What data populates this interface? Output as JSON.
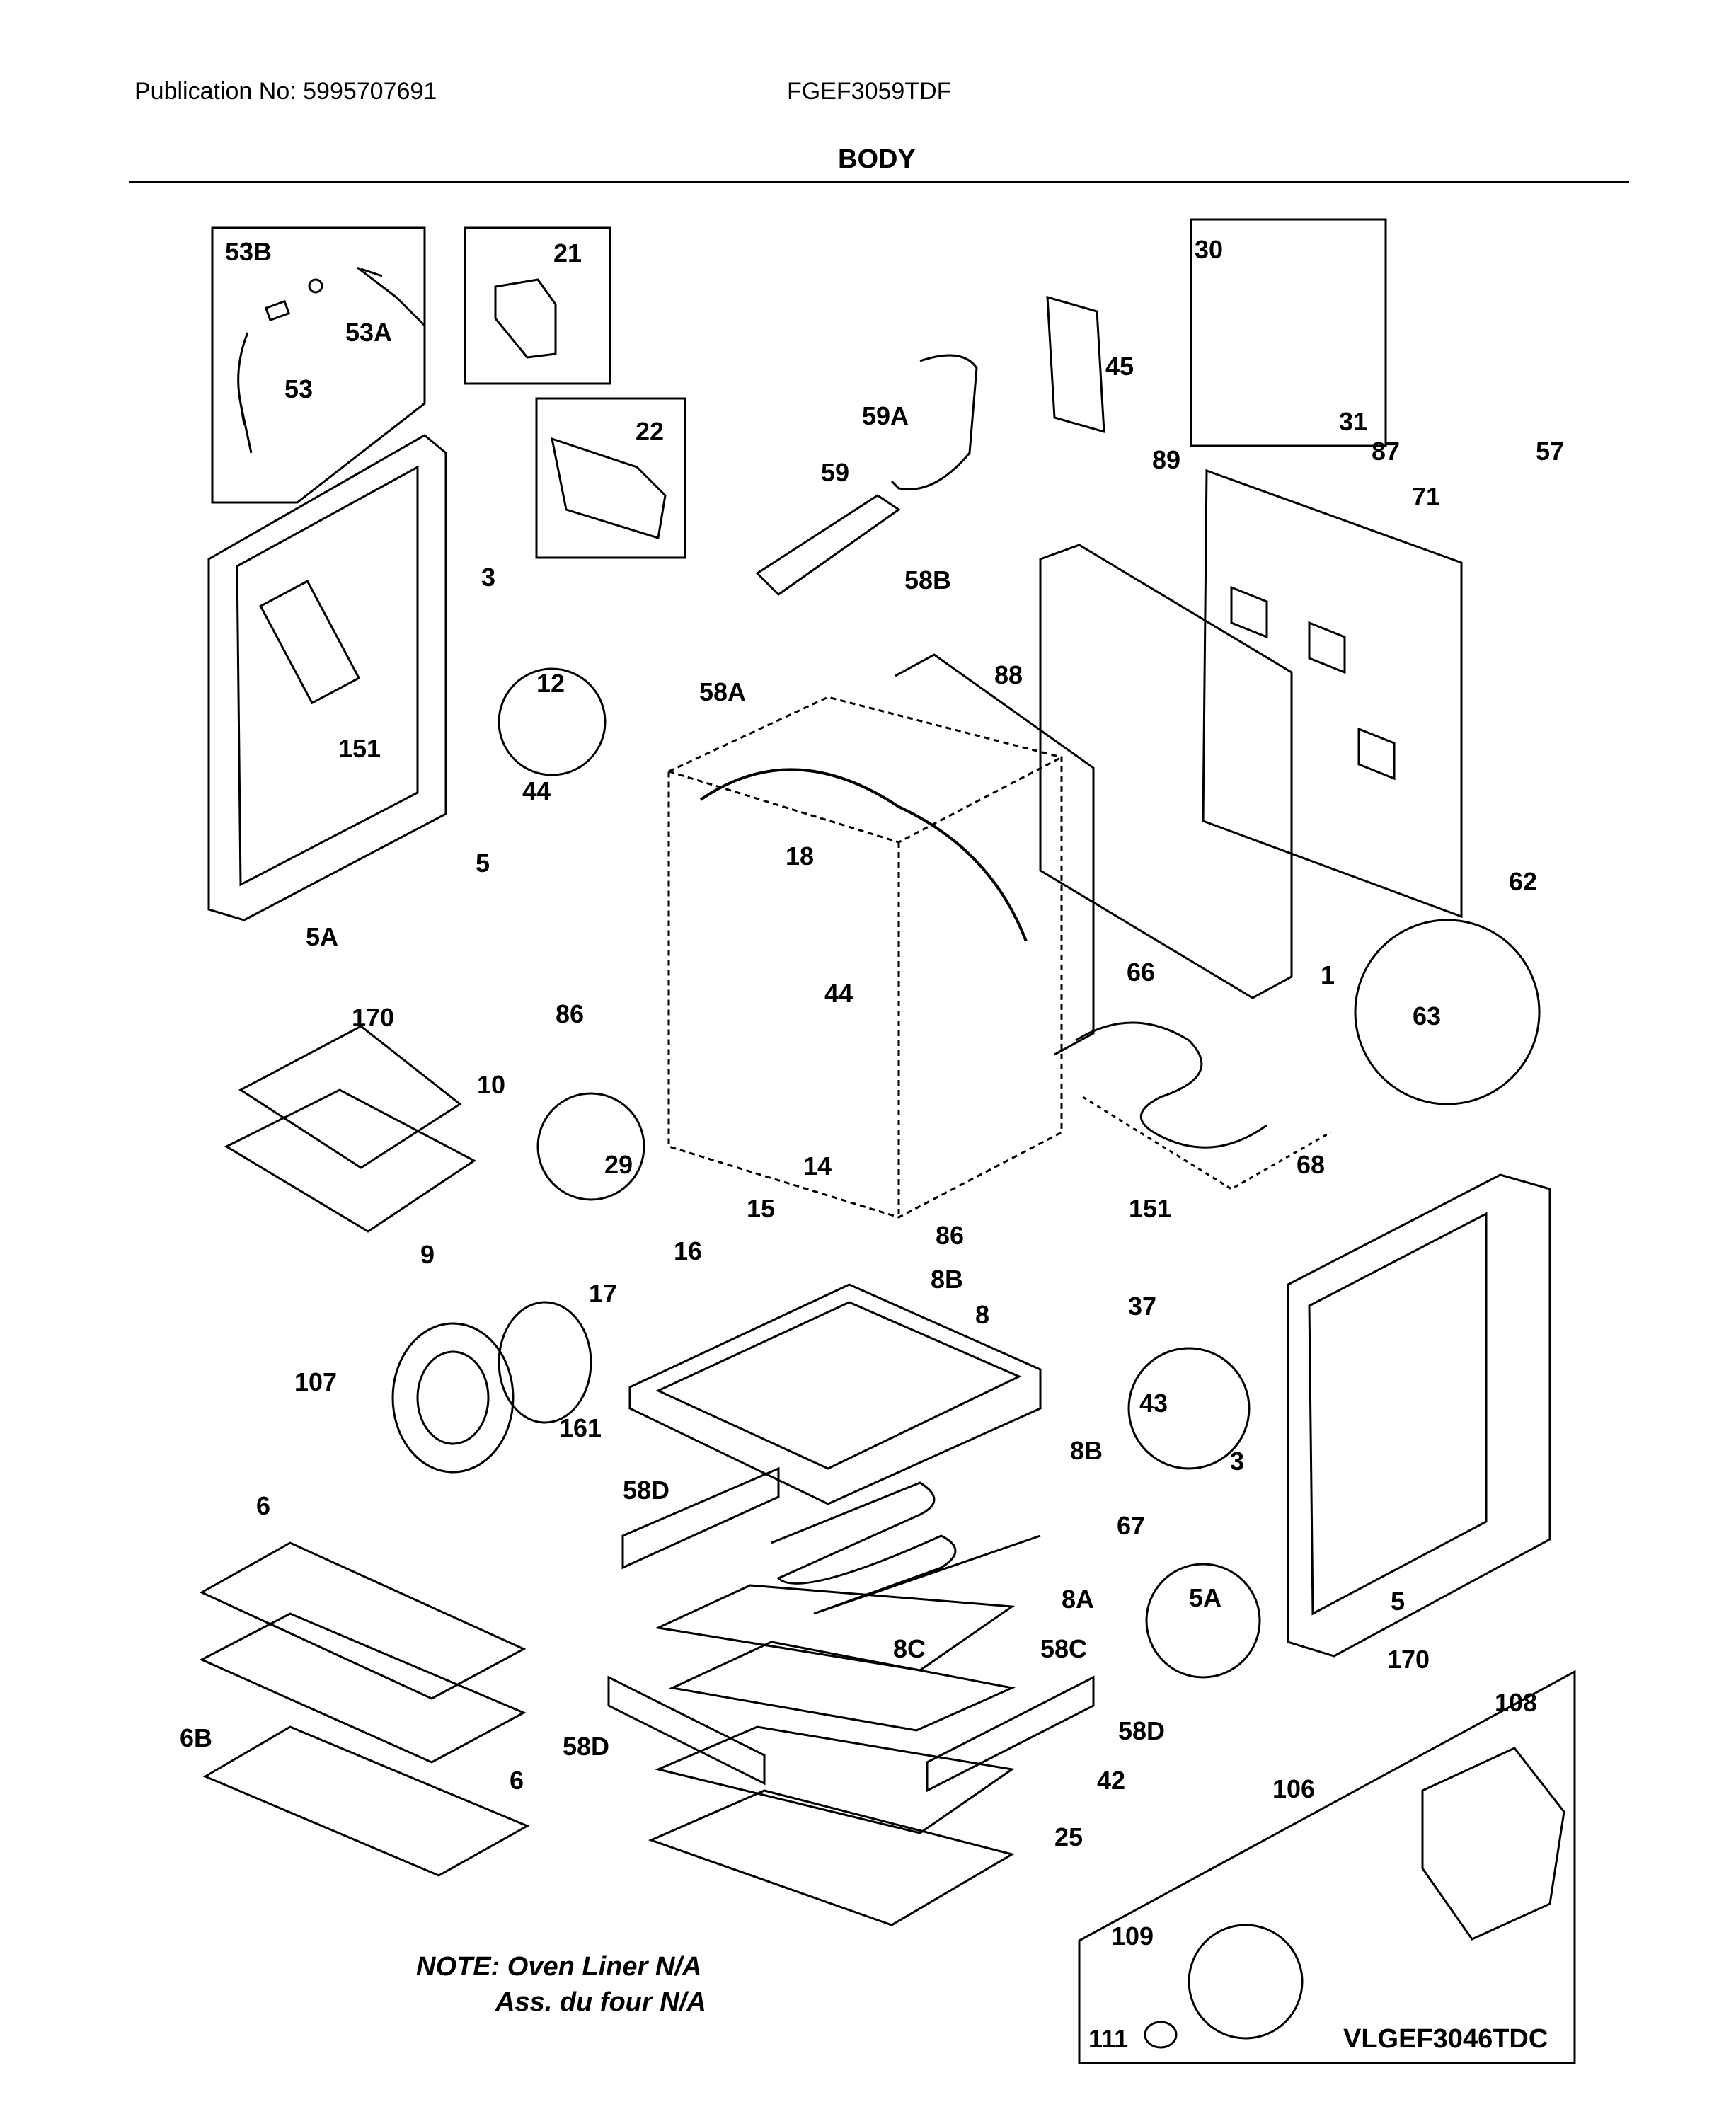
{
  "header": {
    "publication": "Publication No: 5995707691",
    "model": "FGEF3059TDF",
    "section_title": "BODY"
  },
  "note": {
    "line1": "NOTE: Oven Liner N/A",
    "line2": "Ass. du four N/A"
  },
  "inset_code": "VLGEF3046TDC",
  "part_labels": [
    "53B",
    "53A",
    "53",
    "21",
    "22",
    "3",
    "151",
    "5",
    "5A",
    "170",
    "12",
    "44",
    "58A",
    "18",
    "58B",
    "88",
    "59",
    "59A",
    "45",
    "30",
    "31",
    "87",
    "57",
    "89",
    "71",
    "62",
    "63",
    "1",
    "66",
    "68",
    "44",
    "86",
    "10",
    "9",
    "29",
    "14",
    "15",
    "16",
    "17",
    "86",
    "151",
    "37",
    "8B",
    "8",
    "43",
    "8B",
    "107",
    "161",
    "3",
    "58D",
    "67",
    "6",
    "8A",
    "8C",
    "58C",
    "58D",
    "6B",
    "6",
    "58D",
    "42",
    "25",
    "5A",
    "5",
    "170",
    "108",
    "106",
    "109",
    "111"
  ]
}
